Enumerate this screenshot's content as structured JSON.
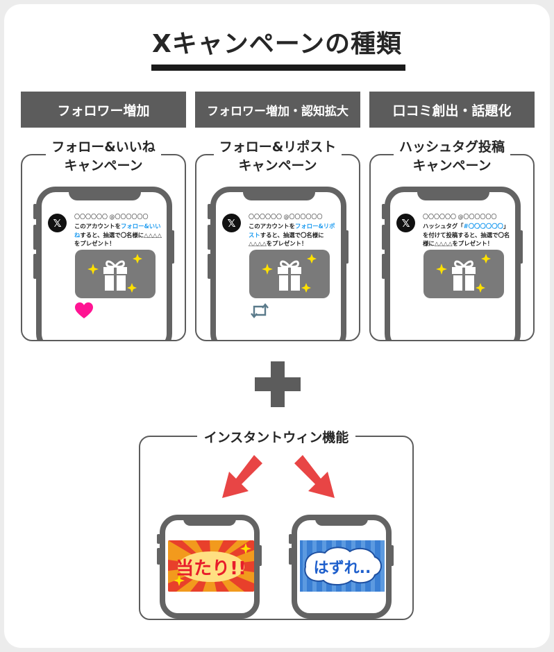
{
  "title": "Xキャンペーンの種類",
  "columns": [
    {
      "header": "フォロワー増加",
      "panel_title_line1": "フォロー&いいね",
      "panel_title_line2": "キャンペーン",
      "account": "〇〇〇〇〇〇 @〇〇〇〇〇〇",
      "tweet_pre": "このアカウントを",
      "tweet_hl": "フォロー&いいね",
      "tweet_post": "すると、抽選で〇名様に△△△△をプレゼント！",
      "action_icon": "heart-icon"
    },
    {
      "header": "フォロワー増加・認知拡大",
      "panel_title_line1": "フォロー&リポスト",
      "panel_title_line2": "キャンペーン",
      "account": "〇〇〇〇〇〇 @〇〇〇〇〇〇",
      "tweet_pre": "このアカウントを",
      "tweet_hl": "フォロー&リポスト",
      "tweet_post": "すると、抽選で〇名様に△△△△をプレゼント！",
      "action_icon": "repost-icon"
    },
    {
      "header": "口コミ創出・話題化",
      "panel_title_line1": "ハッシュタグ投稿",
      "panel_title_line2": "キャンペーン",
      "account": "〇〇〇〇〇〇 @〇〇〇〇〇〇",
      "tweet_pre": "ハッシュタグ「",
      "tweet_hl": "#〇〇〇〇〇〇",
      "tweet_post": "」を付けて投稿すると、抽選で〇名様に△△△△をプレゼント！",
      "action_icon": "none"
    }
  ],
  "x_logo": "𝕏",
  "instant_win": {
    "title": "インスタントウィン機能",
    "win_text": "当たり!!",
    "lose_text": "はずれ..",
    "colors": {
      "win_bg": "#f29a1d",
      "win_burst": "#e8402b",
      "lose_bg": "#3a7fd4",
      "arrow": "#e84545"
    }
  },
  "colors": {
    "header_bg": "#5c5c5c",
    "phone_frame": "#636363",
    "hashtag_link": "#1d9bf0",
    "like_heart": "#ff1493",
    "sparkle": "#ffe100"
  }
}
